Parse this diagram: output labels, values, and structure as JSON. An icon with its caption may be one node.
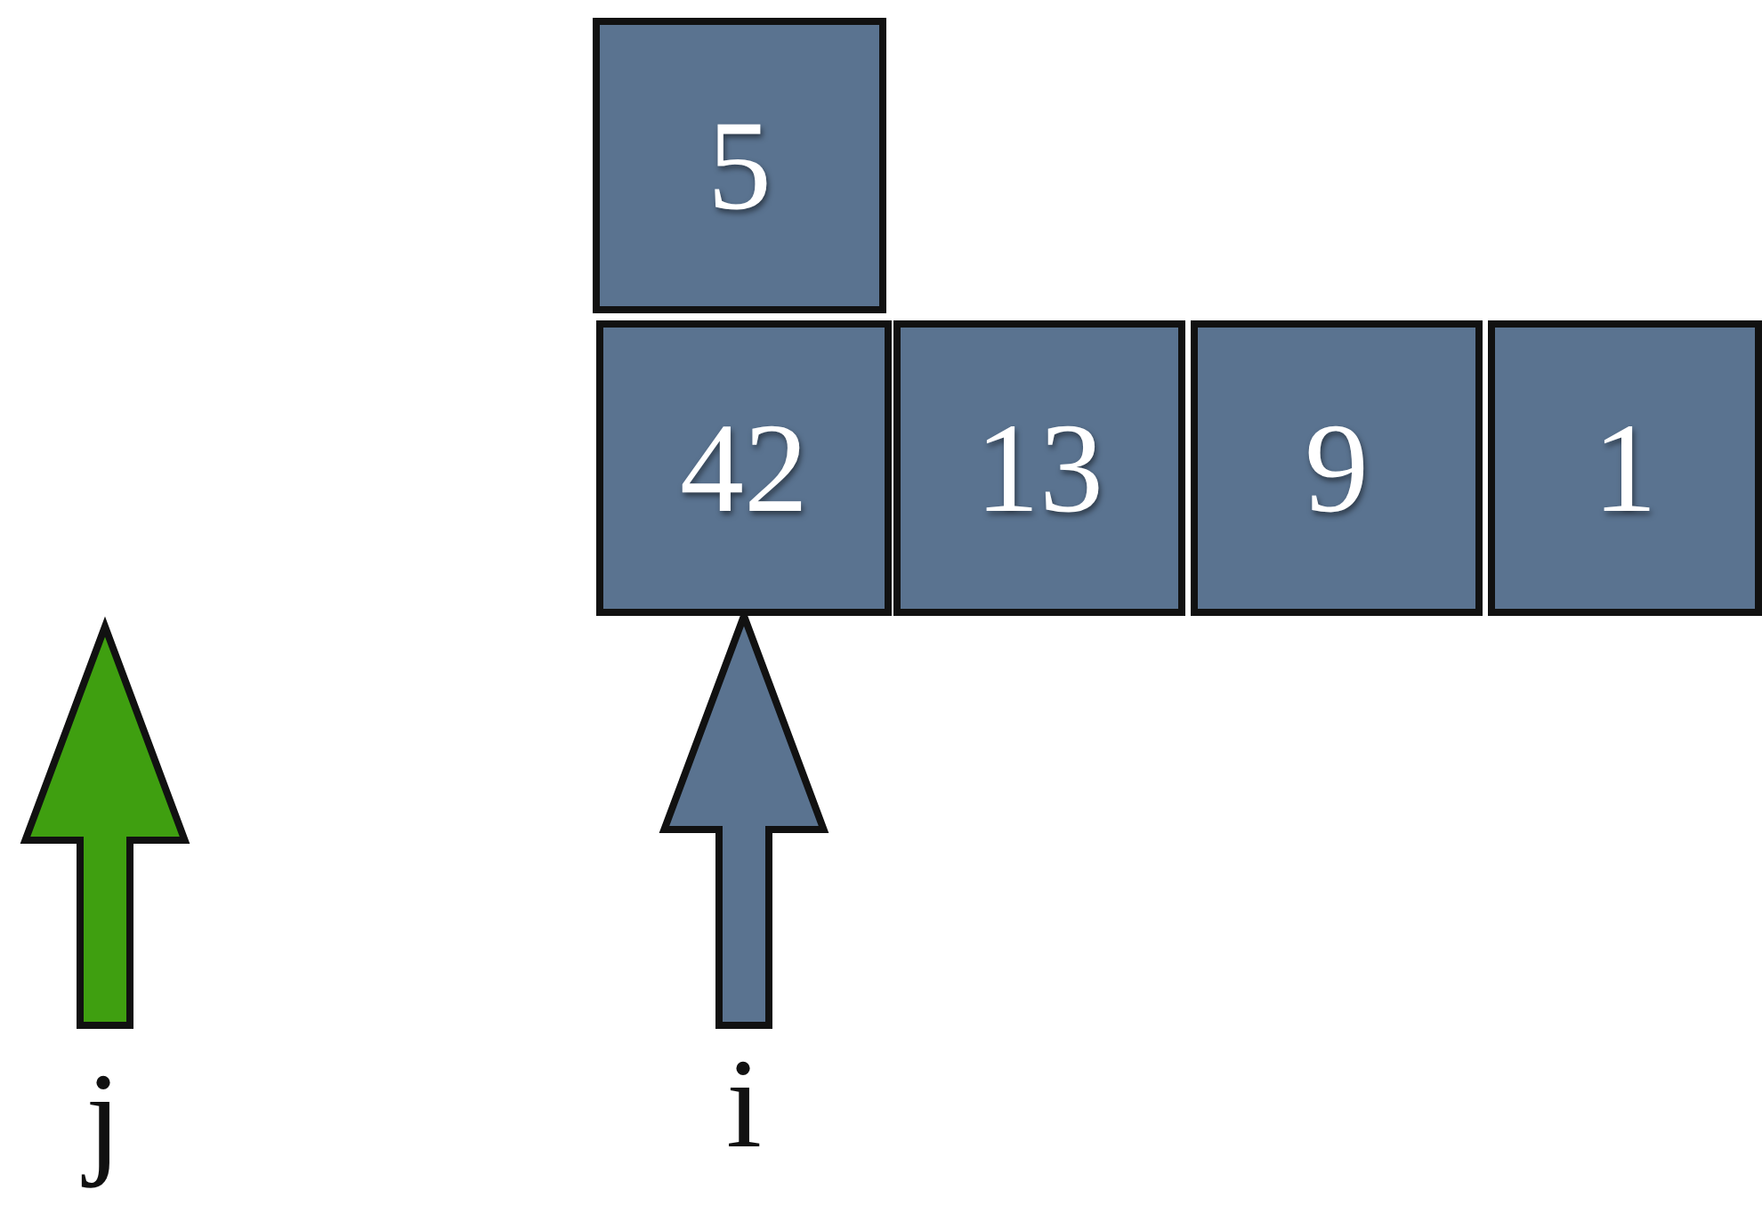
{
  "diagram": {
    "nodes": [
      {
        "text": [
          "5"
        ]
      },
      {
        "text": [
          "42"
        ]
      },
      {
        "text": [
          "13"
        ]
      },
      {
        "text": [
          "9"
        ]
      },
      {
        "text": [
          "1"
        ]
      },
      {
        "text": [
          "j"
        ]
      },
      {
        "text": [
          "i"
        ]
      }
    ],
    "edges": [
      {
        "from": 5,
        "to": null,
        "arrow": "to",
        "style": "thick",
        "color": "#3f9f10"
      },
      {
        "from": 6,
        "to": 1,
        "arrow": "to",
        "style": "thick",
        "color": "#5a7390"
      }
    ]
  }
}
